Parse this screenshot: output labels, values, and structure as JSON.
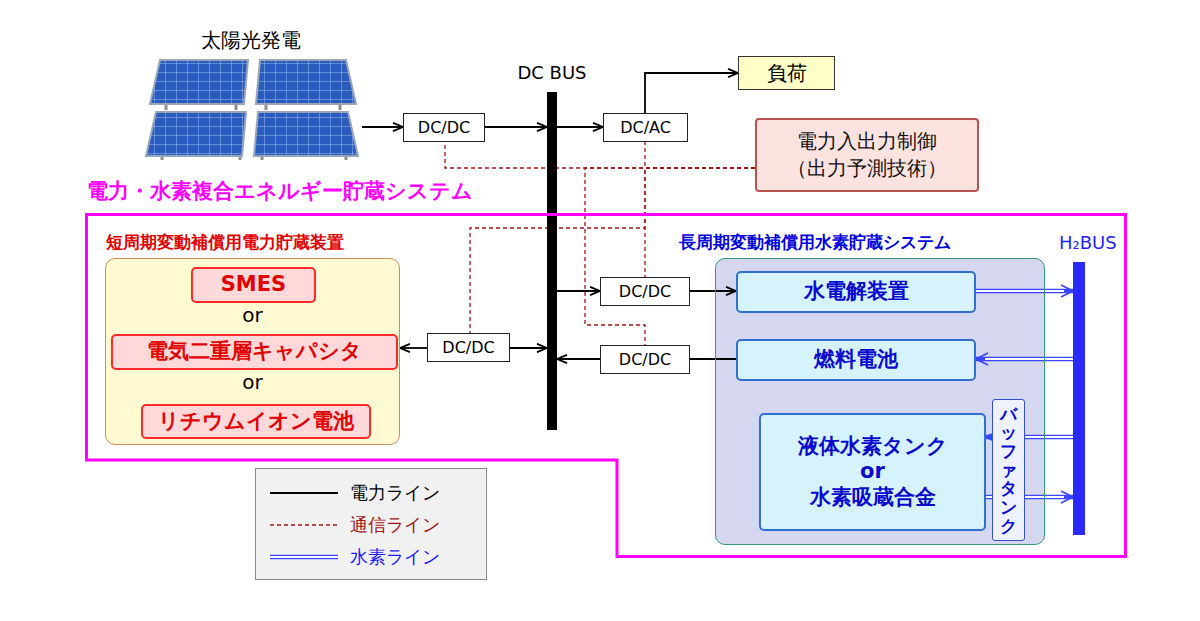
{
  "diagram": {
    "nodes": [
      {
        "text": [
          "太陽光発電"
        ]
      },
      {
        "text": [
          "DC BUS"
        ]
      },
      {
        "text": [
          "負荷"
        ]
      },
      {
        "text": [
          "DC/DC"
        ]
      },
      {
        "text": [
          "DC/AC"
        ]
      },
      {
        "text": [
          "電力入出力制御 （出力予測技術）"
        ]
      },
      {
        "text": [
          "電力・水素複合エネルギー貯蔵システム"
        ]
      },
      {
        "text": [
          "短周期変動補償用電力貯蔵装置"
        ],
        "in": 6
      },
      {
        "text": [
          "SMES"
        ],
        "in": 7
      },
      {
        "text": [
          "電気二重層キャパシタ"
        ],
        "in": 7
      },
      {
        "text": [
          "リチウムイオン電池"
        ],
        "in": 7
      },
      {
        "text": [
          "DC/DC"
        ],
        "in": 6
      },
      {
        "text": [
          "長周期変動補償用水素貯蔵システム"
        ],
        "in": 6
      },
      {
        "text": [
          "H₂BUS"
        ],
        "in": 6
      },
      {
        "text": [
          "DC/DC"
        ],
        "in": 6
      },
      {
        "text": [
          "DC/DC"
        ],
        "in": 6
      },
      {
        "text": [
          "水電解装置"
        ],
        "in": 12
      },
      {
        "text": [
          "燃料電池"
        ],
        "in": 12
      },
      {
        "text": [
          "液体水素タンク",
          "or",
          "水素吸蔵合金"
        ],
        "in": 12
      },
      {
        "text": [
          "バッファタンク"
        ],
        "in": 12
      }
    ],
    "edges": [
      {
        "from": 0,
        "to": 3,
        "arrow": "to"
      },
      {
        "from": 3,
        "to": 1,
        "arrow": "to"
      },
      {
        "from": 1,
        "to": 4,
        "arrow": "to"
      },
      {
        "from": 4,
        "to": 2,
        "arrow": "to"
      },
      {
        "from": 5,
        "to": 3,
        "arrow": "none"
      },
      {
        "from": 5,
        "to": 4,
        "arrow": "none"
      },
      {
        "from": 5,
        "to": 11,
        "arrow": "none"
      },
      {
        "from": 5,
        "to": 14,
        "arrow": "none"
      },
      {
        "from": 5,
        "to": 15,
        "arrow": "none"
      },
      {
        "from": 11,
        "to": 7,
        "arrow": "to"
      },
      {
        "from": 11,
        "to": 1,
        "arrow": "to"
      },
      {
        "from": 1,
        "to": 14,
        "arrow": "to"
      },
      {
        "from": 14,
        "to": 16,
        "arrow": "to"
      },
      {
        "from": 17,
        "to": 15,
        "arrow": "none"
      },
      {
        "from": 15,
        "to": 1,
        "arrow": "to"
      },
      {
        "from": 16,
        "to": 13,
        "arrow": "to"
      },
      {
        "from": 13,
        "to": 17,
        "arrow": "to"
      },
      {
        "from": 13,
        "to": 18,
        "arrow": "to"
      },
      {
        "from": 18,
        "to": 13,
        "arrow": "to"
      }
    ],
    "labels": [
      "or",
      "or"
    ],
    "legend": [
      {
        "text": "電力ライン"
      },
      {
        "text": "通信ライン"
      },
      {
        "text": "水素ライン"
      }
    ]
  }
}
